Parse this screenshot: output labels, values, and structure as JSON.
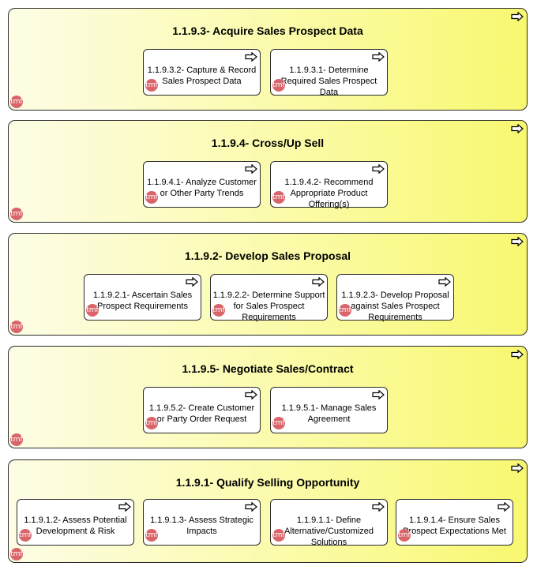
{
  "icons": {
    "process": "process-arrow-icon",
    "badge": "tmf-badge-icon",
    "badge_text": "tmf"
  },
  "colors": {
    "group_fill_light": "#fdfde6",
    "group_fill_dark": "#f8f870",
    "badge": "#d9656a",
    "border": "#2b2b2b"
  },
  "groups": [
    {
      "title": "1.1.9.3- Acquire Sales Prospect Data",
      "boxes": [
        {
          "label": "1.1.9.3.2- Capture & Record Sales Prospect Data"
        },
        {
          "label": "1.1.9.3.1- Determine Required Sales Prospect Data"
        }
      ]
    },
    {
      "title": "1.1.9.4- Cross/Up Sell",
      "boxes": [
        {
          "label": "1.1.9.4.1- Analyze Customer or Other Party Trends"
        },
        {
          "label": "1.1.9.4.2- Recommend Appropriate Product Offering(s)"
        }
      ]
    },
    {
      "title": "1.1.9.2- Develop Sales Proposal",
      "boxes": [
        {
          "label": "1.1.9.2.1- Ascertain Sales Prospect Requirements"
        },
        {
          "label": "1.1.9.2.2- Determine Support for Sales Prospect Requirements"
        },
        {
          "label": "1.1.9.2.3- Develop Proposal against Sales Prospect Requirements"
        }
      ]
    },
    {
      "title": "1.1.9.5- Negotiate Sales/Contract",
      "boxes": [
        {
          "label": "1.1.9.5.2- Create Customer or Party Order Request"
        },
        {
          "label": "1.1.9.5.1- Manage Sales Agreement"
        }
      ]
    },
    {
      "title": "1.1.9.1- Qualify Selling Opportunity",
      "boxes": [
        {
          "label": "1.1.9.1.2- Assess Potential Development & Risk"
        },
        {
          "label": "1.1.9.1.3- Assess Strategic Impacts"
        },
        {
          "label": "1.1.9.1.1- Define Alternative/Customized Solutions"
        },
        {
          "label": "1.1.9.1.4- Ensure Sales Prospect Expectations Met"
        }
      ]
    }
  ]
}
